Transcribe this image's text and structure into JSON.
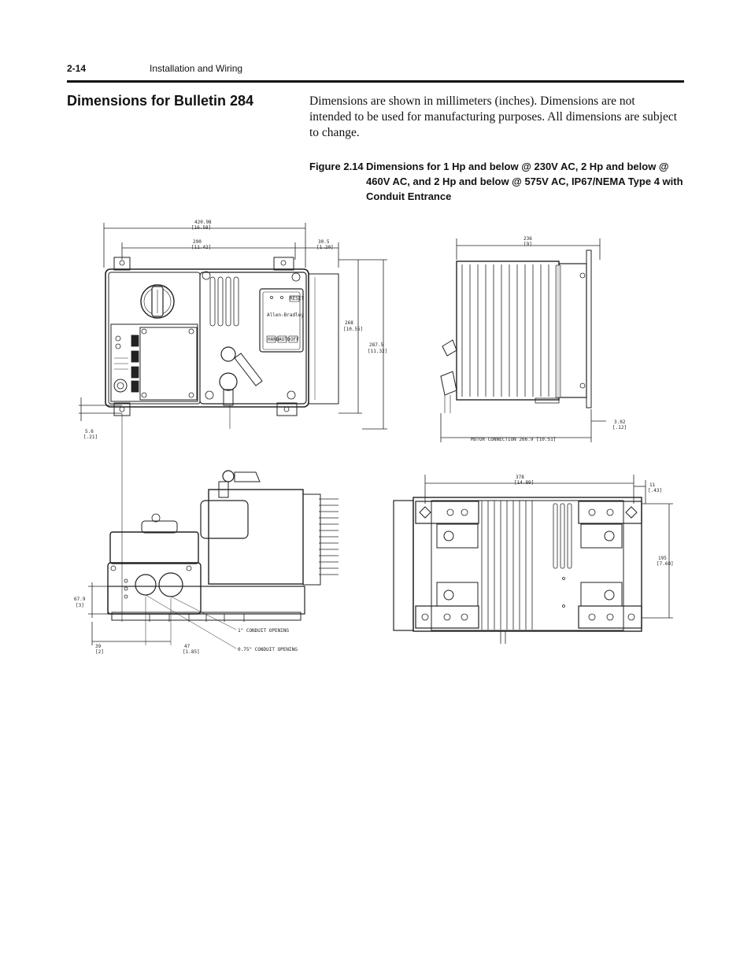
{
  "header": {
    "page_number": "2-14",
    "section": "Installation and Wiring"
  },
  "section_title": "Dimensions for Bulletin 284",
  "intro_text": "Dimensions are shown in millimeters (inches). Dimensions are not intended to be used for manufacturing purposes. All dimensions are subject to change.",
  "figure": {
    "label": "Figure 2.14",
    "caption_line1": "Dimensions for 1 Hp and below @ 230V AC, 2 Hp and below @",
    "caption_line2": "460V AC, and 2 Hp and below @ 575V AC, IP67/NEMA Type 4 with",
    "caption_line3": "Conduit Entrance"
  },
  "front_view": {
    "dims": {
      "overall_width": "420.98",
      "overall_width_in": "[16.58]",
      "width_290": "290",
      "width_290_in": "[11.42]",
      "width_30": "30.5",
      "width_30_in": "[1.20]",
      "height_268": "268",
      "height_268_in": "[10.55]",
      "height_287": "287.5",
      "height_287_in": "[11.32]",
      "offset_5": "5.6",
      "offset_5_in": "[.21]"
    },
    "keypad": {
      "logo": "Allen-Bradley",
      "btn_hand": "HAND",
      "btn_auto": "AUTO",
      "btn_off": "OFF",
      "btn_reset": "RESET"
    }
  },
  "side_view": {
    "dims": {
      "width_236": "236",
      "width_236_in": "[9]",
      "flange": "3.02",
      "flange_in": "[.12]",
      "motor_connection": "MOTOR CONNECTION 266.9 [10.51]"
    }
  },
  "bottom_view": {
    "dims": {
      "height_67": "67.9",
      "height_67_in": "[3]",
      "d_39": "39",
      "d_39_in": "[2]",
      "d_47": "47",
      "d_47_in": "[1.85]"
    },
    "labels": {
      "conduit_1": "1\" CONDUIT OPENING",
      "conduit_075": "0.75\" CONDUIT OPENING"
    }
  },
  "back_view": {
    "dims": {
      "width_378": "378",
      "width_378_in": "[14.89]",
      "d_11": "11",
      "d_11_in": "[.43]",
      "height_195": "195",
      "height_195_in": "[7.68]"
    }
  }
}
